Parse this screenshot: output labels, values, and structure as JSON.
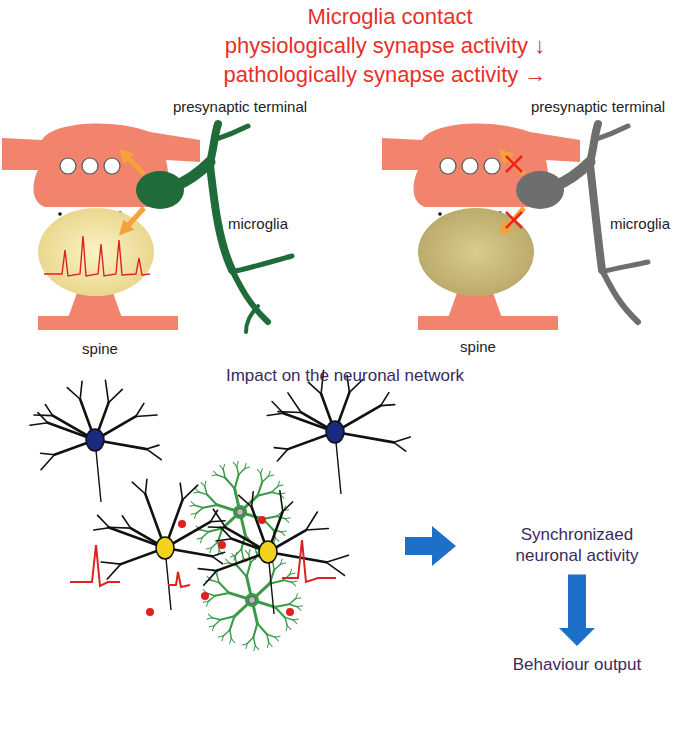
{
  "diagram": {
    "title": "Microglia contact",
    "nodes": [
      {
        "text": [
          "Synchronizaed neuronal activity"
        ]
      },
      {
        "text": [
          "Behaviour output"
        ]
      }
    ],
    "edges": [
      {
        "from": 0,
        "to": 1,
        "arrow": "to"
      }
    ],
    "labels": [
      "physiologically synapse activity ↓",
      "pathologically synapse activity →",
      "presynaptic terminal",
      "microglia",
      "spine",
      "presynaptic terminal",
      "microglia",
      "spine",
      "Impact on the neuronal network"
    ]
  }
}
